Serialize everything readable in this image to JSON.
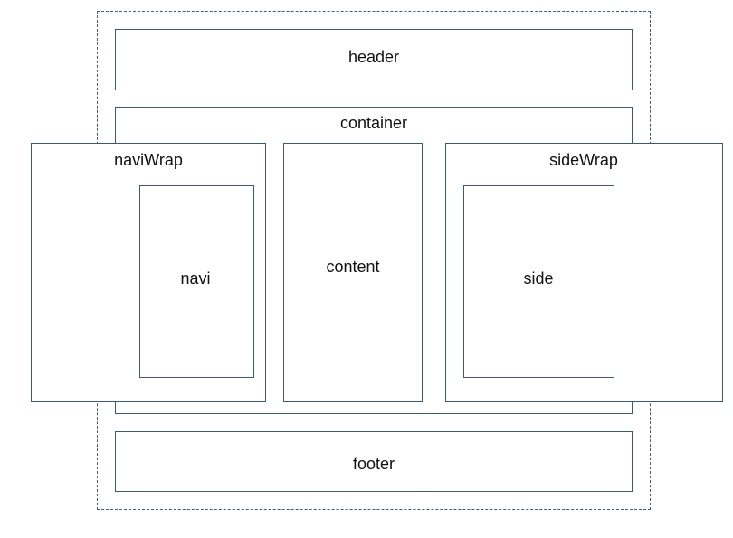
{
  "diagram": {
    "outer": {},
    "header": {
      "label": "header"
    },
    "container": {
      "label": "container"
    },
    "naviWrap": {
      "label": "naviWrap"
    },
    "navi": {
      "label": "navi"
    },
    "content": {
      "label": "content"
    },
    "sideWrap": {
      "label": "sideWrap"
    },
    "side": {
      "label": "side"
    },
    "footer": {
      "label": "footer"
    }
  },
  "colors": {
    "border": "#3a5a7a",
    "dashed_border": "#3a5a9a",
    "text": "#111111"
  }
}
